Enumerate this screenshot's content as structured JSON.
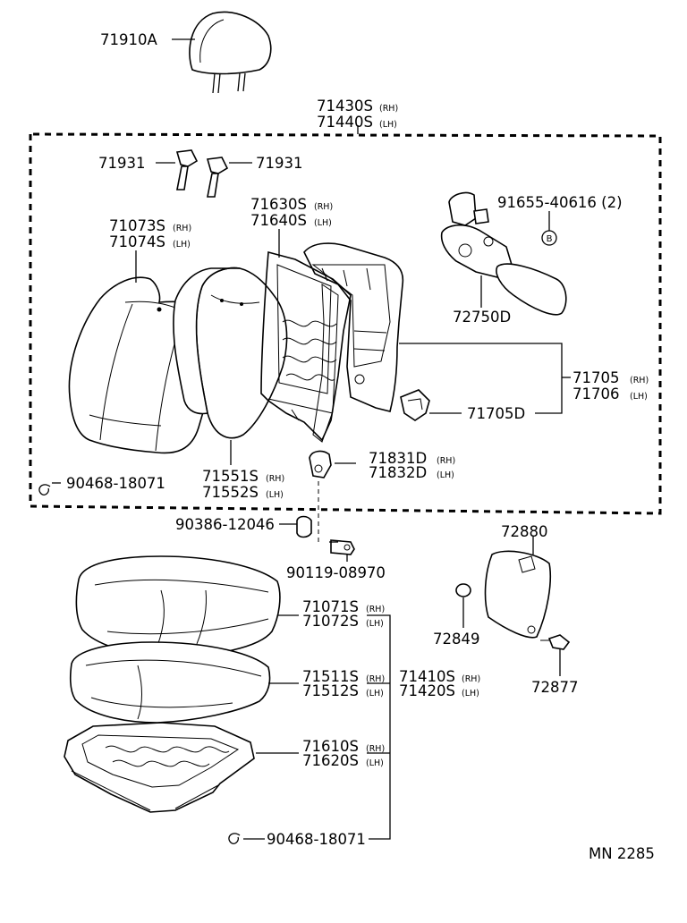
{
  "labels": {
    "headrest": "71910A",
    "seatback_assy_rh": "71430S",
    "seatback_assy_rh_side": "(RH)",
    "seatback_assy_lh": "71440S",
    "seatback_assy_lh_side": "(LH)",
    "support_left": "71931",
    "support_right": "71931",
    "back_cover_rh": "71073S",
    "back_cover_rh_side": "(RH)",
    "back_cover_lh": "71074S",
    "back_cover_lh_side": "(LH)",
    "back_spring_rh": "71630S",
    "back_spring_rh_side": "(RH)",
    "back_spring_lh": "71640S",
    "back_spring_lh_side": "(LH)",
    "bolt_ref": "91655-40616 (2)",
    "bolt_ref_mark": "B",
    "adjuster": "72750D",
    "frame_rh": "71705",
    "frame_rh_side": "(RH)",
    "frame_lh": "71706",
    "frame_lh_side": "(LH)",
    "frame_sub": "71705D",
    "back_pad_rh": "71551S",
    "back_pad_rh_side": "(RH)",
    "back_pad_lh": "71552S",
    "back_pad_lh_side": "(LH)",
    "hinge_cover_rh": "71831D",
    "hinge_cover_rh_side": "(RH)",
    "hinge_cover_lh": "71832D",
    "hinge_cover_lh_side": "(LH)",
    "hog_ring_top": "90468-18071",
    "nut": "90386-12046",
    "bolt": "90119-08970",
    "armrest": "72880",
    "armrest_cap": "72849",
    "armrest_plug": "72877",
    "cushion_cover_rh": "71071S",
    "cushion_cover_rh_side": "(RH)",
    "cushion_cover_lh": "71072S",
    "cushion_cover_lh_side": "(LH)",
    "cushion_pad_rh": "71511S",
    "cushion_pad_rh_side": "(RH)",
    "cushion_pad_lh": "71512S",
    "cushion_pad_lh_side": "(LH)",
    "cushion_assy_rh": "71410S",
    "cushion_assy_rh_side": "(RH)",
    "cushion_assy_lh": "71420S",
    "cushion_assy_lh_side": "(LH)",
    "cushion_spring_rh": "71610S",
    "cushion_spring_rh_side": "(RH)",
    "cushion_spring_lh": "71620S",
    "cushion_spring_lh_side": "(LH)",
    "hog_ring_bottom": "90468-18071",
    "diagram_code": "MN 2285"
  }
}
